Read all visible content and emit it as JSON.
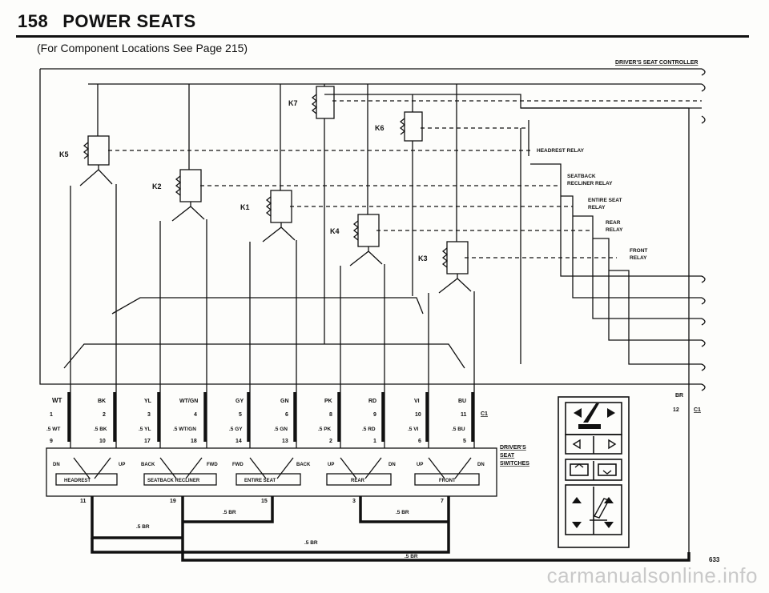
{
  "header": {
    "page_number": "158",
    "title": "POWER SEATS",
    "subtitle": "(For Component Locations See Page 215)"
  },
  "controller_label": "DRIVER'S SEAT CONTROLLER",
  "relays": {
    "k7": "K7",
    "k6": "K6",
    "k5": "K5",
    "k2": "K2",
    "k1": "K1",
    "k4": "K4",
    "k3": "K3",
    "headrest": "HEADREST RELAY",
    "seatback_1": "SEATBACK",
    "seatback_2": "RECLINER RELAY",
    "entire_1": "ENTIRE SEAT",
    "entire_2": "RELAY",
    "rear_1": "REAR",
    "rear_2": "RELAY",
    "front_1": "FRONT",
    "front_2": "RELAY"
  },
  "wires": {
    "wt": "WT",
    "bk": "BK",
    "yl": "YL",
    "wtgn": "WT/GN",
    "gy": "GY",
    "gn": "GN",
    "pk": "PK",
    "rd": "RD",
    "vi": "VI",
    "bu": "BU",
    "br": "BR",
    "wt5": ".5 WT",
    "bk5": ".5 BK",
    "yl5": ".5 YL",
    "wtgn5": ".5 WT/GN",
    "gy5": ".5 GY",
    "gn5": ".5 GN",
    "pk5": ".5 PK",
    "rd5": ".5 RD",
    "vi5": ".5 VI",
    "bu5": ".5 BU",
    "br5": ".5 BR"
  },
  "pins_top": [
    "1",
    "2",
    "3",
    "4",
    "5",
    "6",
    "8",
    "9",
    "10",
    "11"
  ],
  "pins_bottom": [
    "9",
    "10",
    "17",
    "18",
    "14",
    "13",
    "2",
    "1",
    "6",
    "5"
  ],
  "pins_ground": [
    "11",
    "19",
    "15",
    "3",
    "7"
  ],
  "pin_br": "12",
  "connector_c1": "C1",
  "switches": {
    "label_1": "DRIVER'S",
    "label_2": "SEAT",
    "label_3": "SWITCHES",
    "headrest": "HEADREST",
    "seatback": "SEATBACK RECLINER",
    "entire": "ENTIRE SEAT",
    "rear": "REAR",
    "front": "FRONT",
    "dn": "DN",
    "up": "UP",
    "back": "BACK",
    "fwd": "FWD"
  },
  "figure_number": "633",
  "watermark": "carmanualsonline.info"
}
